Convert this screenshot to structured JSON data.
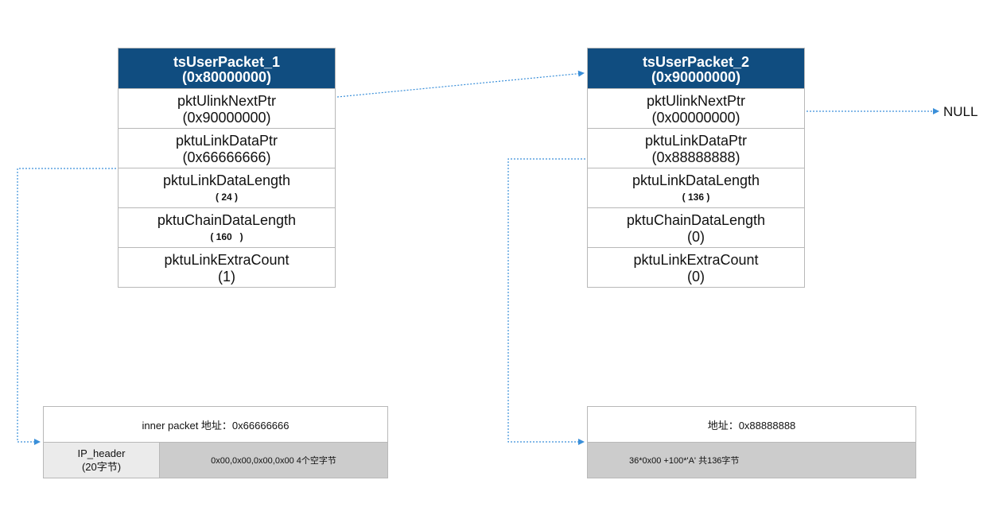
{
  "packet1": {
    "title": "tsUserPacket_1",
    "address": "(0x80000000)",
    "fields": [
      {
        "name": "pktUlinkNextPtr",
        "value": "(0x90000000)",
        "small": false
      },
      {
        "name": "pktuLinkDataPtr",
        "value": "(0x66666666)",
        "small": false
      },
      {
        "name": "pktuLinkDataLength",
        "value": "( 24 )",
        "small": true
      },
      {
        "name": "pktuChainDataLength",
        "value": "( 160   )",
        "small": true
      },
      {
        "name": "pktuLinkExtraCount",
        "value": "(1)",
        "small": false
      }
    ]
  },
  "packet2": {
    "title": "tsUserPacket_2",
    "address": "(0x90000000)",
    "fields": [
      {
        "name": "pktUlinkNextPtr",
        "value": "(0x00000000)",
        "small": false
      },
      {
        "name": "pktuLinkDataPtr",
        "value": "(0x88888888)",
        "small": false
      },
      {
        "name": "pktuLinkDataLength",
        "value": "( 136 )",
        "small": true
      },
      {
        "name": "pktuChainDataLength",
        "value": "(0)",
        "small": false
      },
      {
        "name": "pktuLinkExtraCount",
        "value": "(0)",
        "small": false
      }
    ]
  },
  "null_label": "NULL",
  "memory1": {
    "title": "inner packet 地址：0x66666666",
    "header_label": "IP_header",
    "header_size": "(20字节)",
    "content": "0x00,0x00,0x00,0x00 4个空字节"
  },
  "memory2": {
    "title": "地址：0x88888888",
    "content": "36*0x00 +100*'A' 共136字节"
  },
  "colors": {
    "header_bg": "#104d80",
    "arrow": "#3a8fd9",
    "memory_fill": "#cccccc"
  }
}
